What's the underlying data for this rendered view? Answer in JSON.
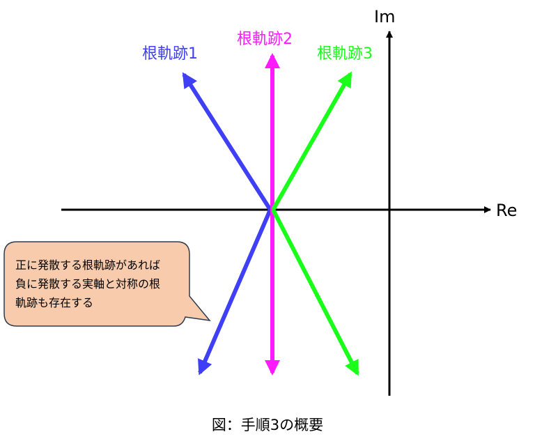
{
  "axes": {
    "real_label": "Re",
    "imag_label": "Im"
  },
  "loci": [
    {
      "label": "根軌跡1",
      "color": "#3f3ff5"
    },
    {
      "label": "根軌跡2",
      "color": "#ff1aff"
    },
    {
      "label": "根軌跡3",
      "color": "#1aff1a"
    }
  ],
  "callout": {
    "lines": [
      "正に発散する根軌跡があれば",
      "負に発散する実軸と対称の根",
      "軌跡も存在する"
    ],
    "fill": "#f8cbad"
  },
  "caption": "図：手順3の概要"
}
